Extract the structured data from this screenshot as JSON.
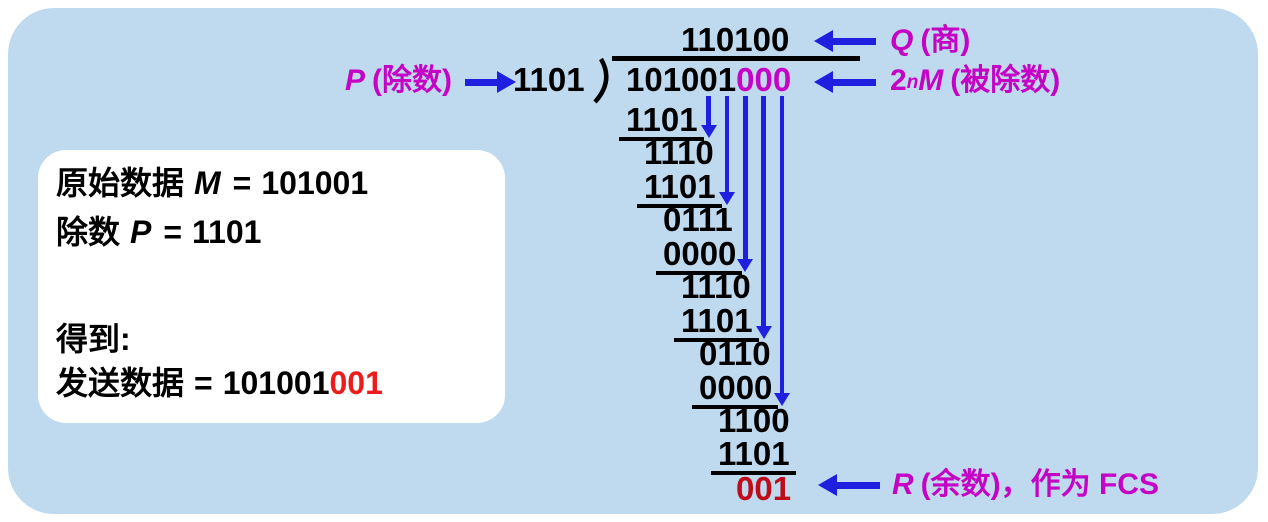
{
  "colors": {
    "panel_bg": "#bfd9ef",
    "info_box_bg": "#ffffff",
    "magenta": "#c503c5",
    "arrow_blue": "#1f1fe0",
    "digit_black": "#000000",
    "remainder_red": "#c00c18",
    "sent_data_red": "#ee1b1b"
  },
  "info_box": {
    "line1": {
      "label": "原始数据",
      "var": "M",
      "eq": "=",
      "value": "101001"
    },
    "line2": {
      "label": "除数",
      "var": "P",
      "eq": "=",
      "value": "1101"
    },
    "line3": {
      "text": "得到:"
    },
    "line4": {
      "label": "发送数据",
      "eq": "=",
      "value_black": "101001",
      "value_red": "001"
    }
  },
  "division": {
    "quotient": "110100",
    "divisor": "1101",
    "dividend_black": "101001",
    "dividend_magenta": "000",
    "steps": [
      "1101",
      "1110",
      "1101",
      "0111",
      "0000",
      "1110",
      "1101",
      "0110",
      "0000",
      "1100",
      "1101"
    ],
    "remainder": "001"
  },
  "labels": {
    "quotient": {
      "var": "Q",
      "text": "(商)"
    },
    "divisor": {
      "var": "P",
      "text": "(除数)"
    },
    "dividend": {
      "base": "2",
      "sup": "n",
      "var": "M",
      "text": "(被除数)"
    },
    "remainder": {
      "var": "R",
      "text": "(余数)，作为 FCS"
    }
  }
}
